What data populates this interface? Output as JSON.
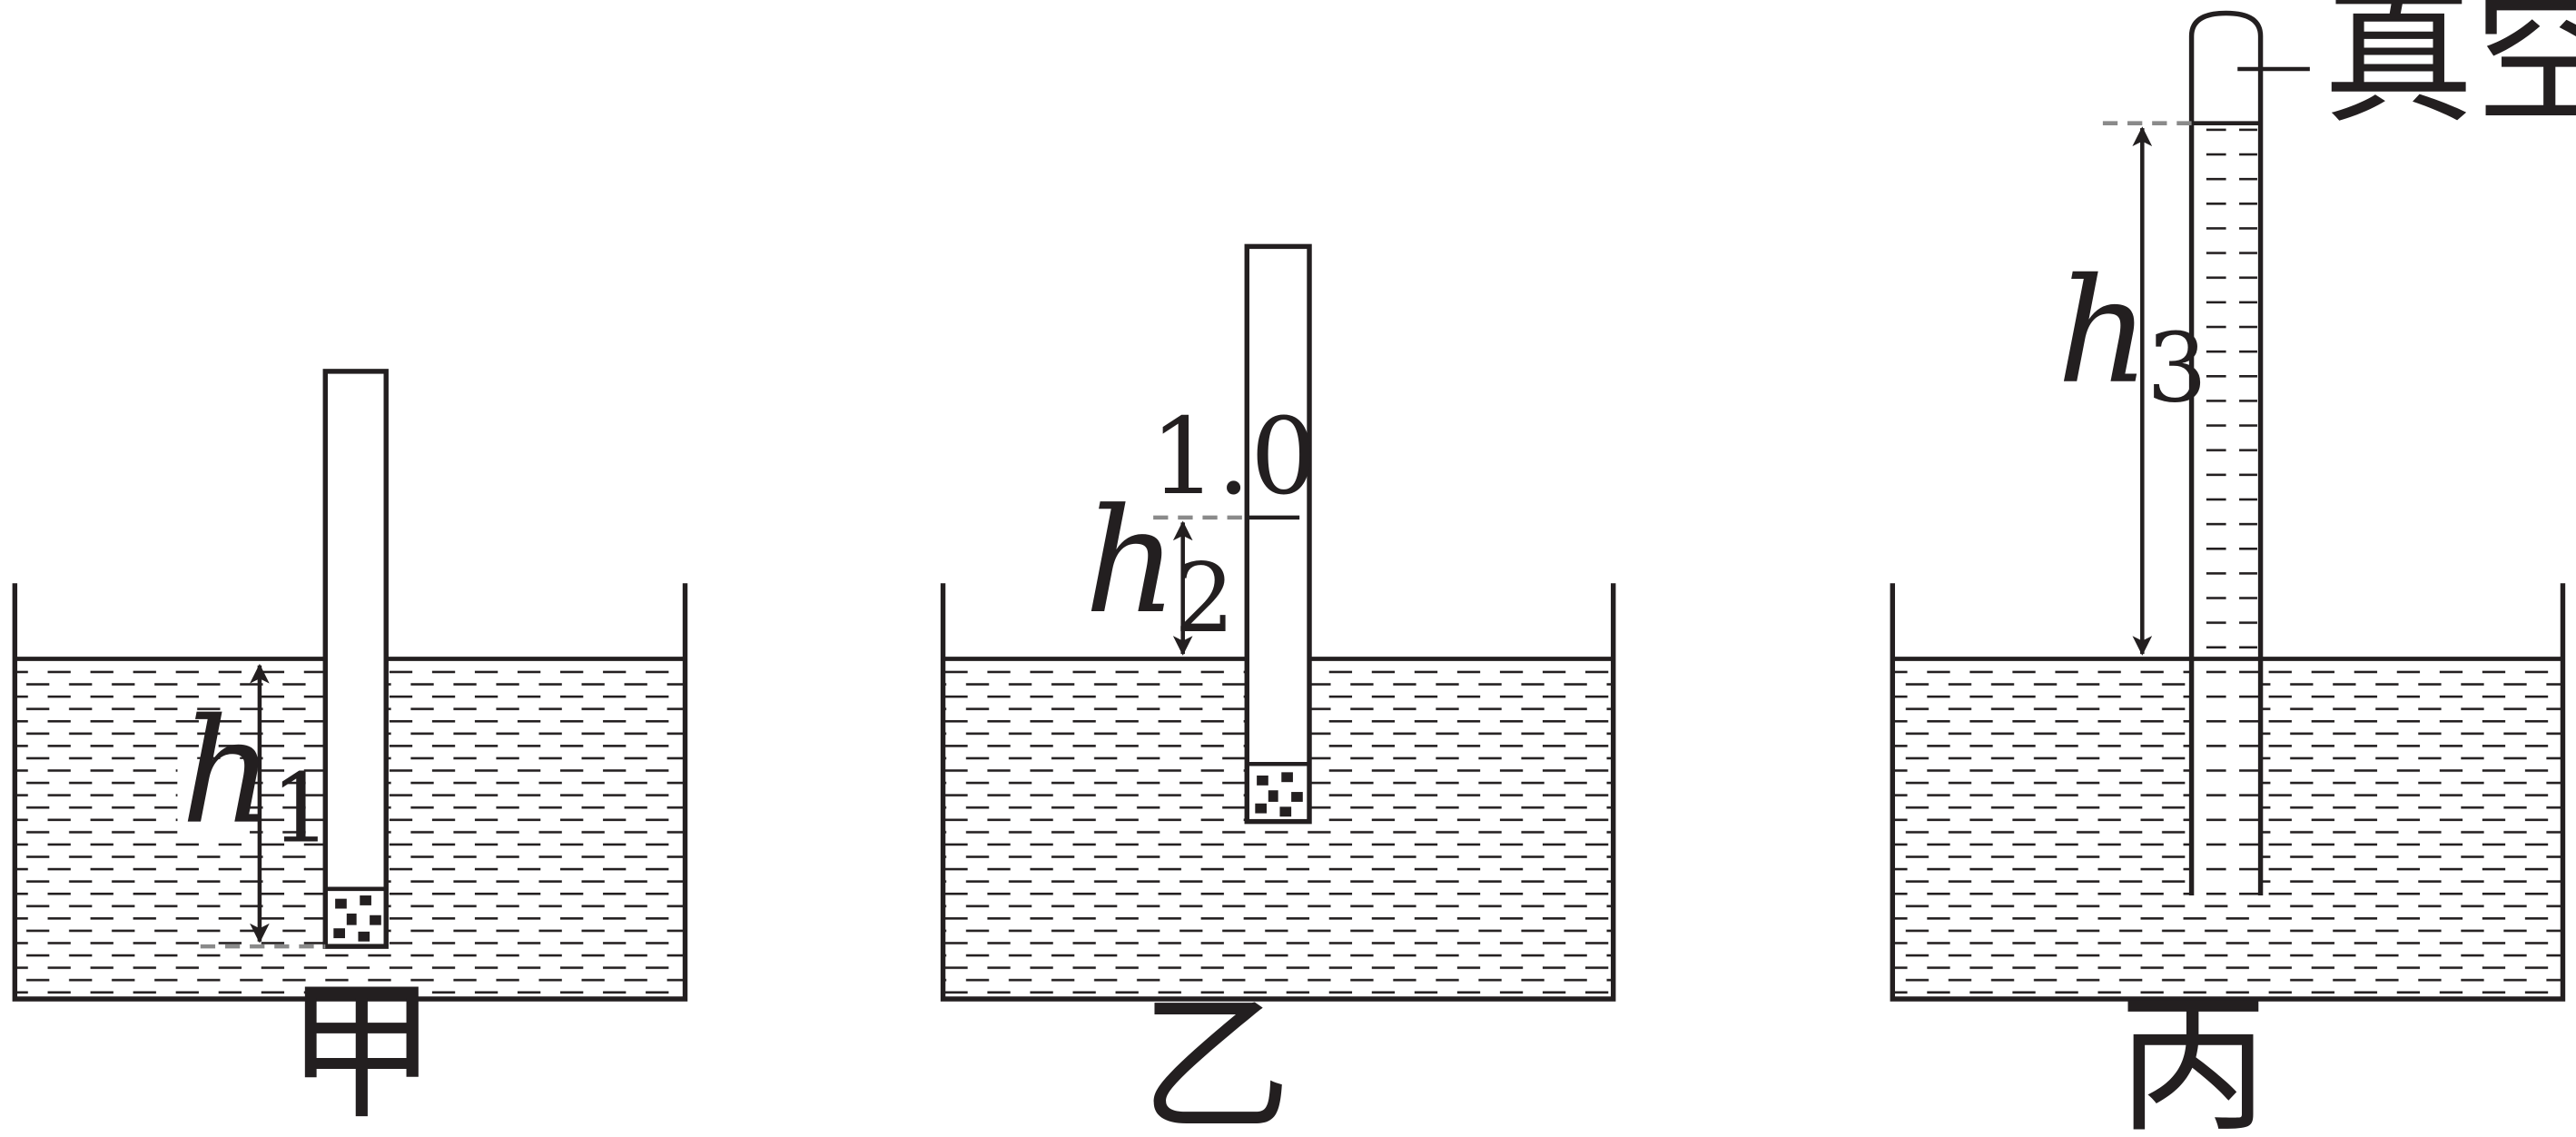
{
  "figure": {
    "panels": [
      {
        "caption": "甲",
        "height_label": "h",
        "height_sub": "1"
      },
      {
        "caption": "乙",
        "height_label": "h",
        "height_sub": "2",
        "scale_mark": "1.0"
      },
      {
        "caption": "丙",
        "height_label": "h",
        "height_sub": "3",
        "top_label": "真空"
      }
    ],
    "colors": {
      "ink": "#231f20",
      "dashed_ref": "#8a8a8a",
      "background": "#ffffff"
    }
  }
}
